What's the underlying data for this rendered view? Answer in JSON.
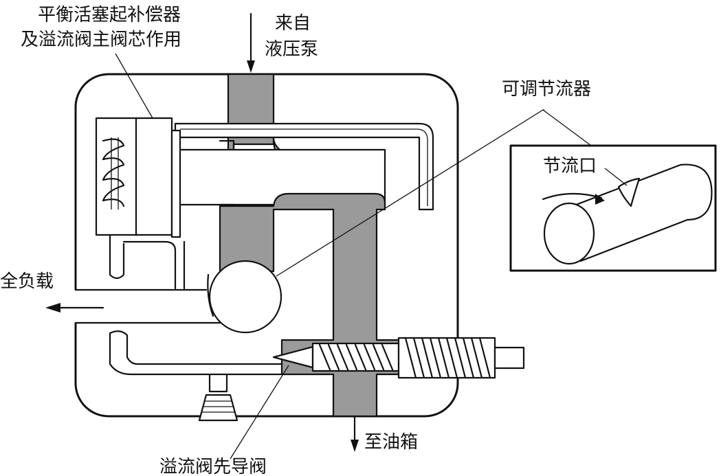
{
  "labels": {
    "balance_piston_line1": "平衡活塞起补偿器",
    "balance_piston_line2": "及溢流阀主阀芯作用",
    "from_pump_line1": "来自",
    "from_pump_line2": "液压泵",
    "adjustable_throttle": "可调节流器",
    "throttle_port": "节流口",
    "full_load": "全负载",
    "to_tank": "至油箱",
    "relief_pilot_valve": "溢流阀先导阀"
  },
  "colors": {
    "ink": "#111111",
    "passage_fill": "#9a9a9a",
    "background": "#ffffff"
  }
}
